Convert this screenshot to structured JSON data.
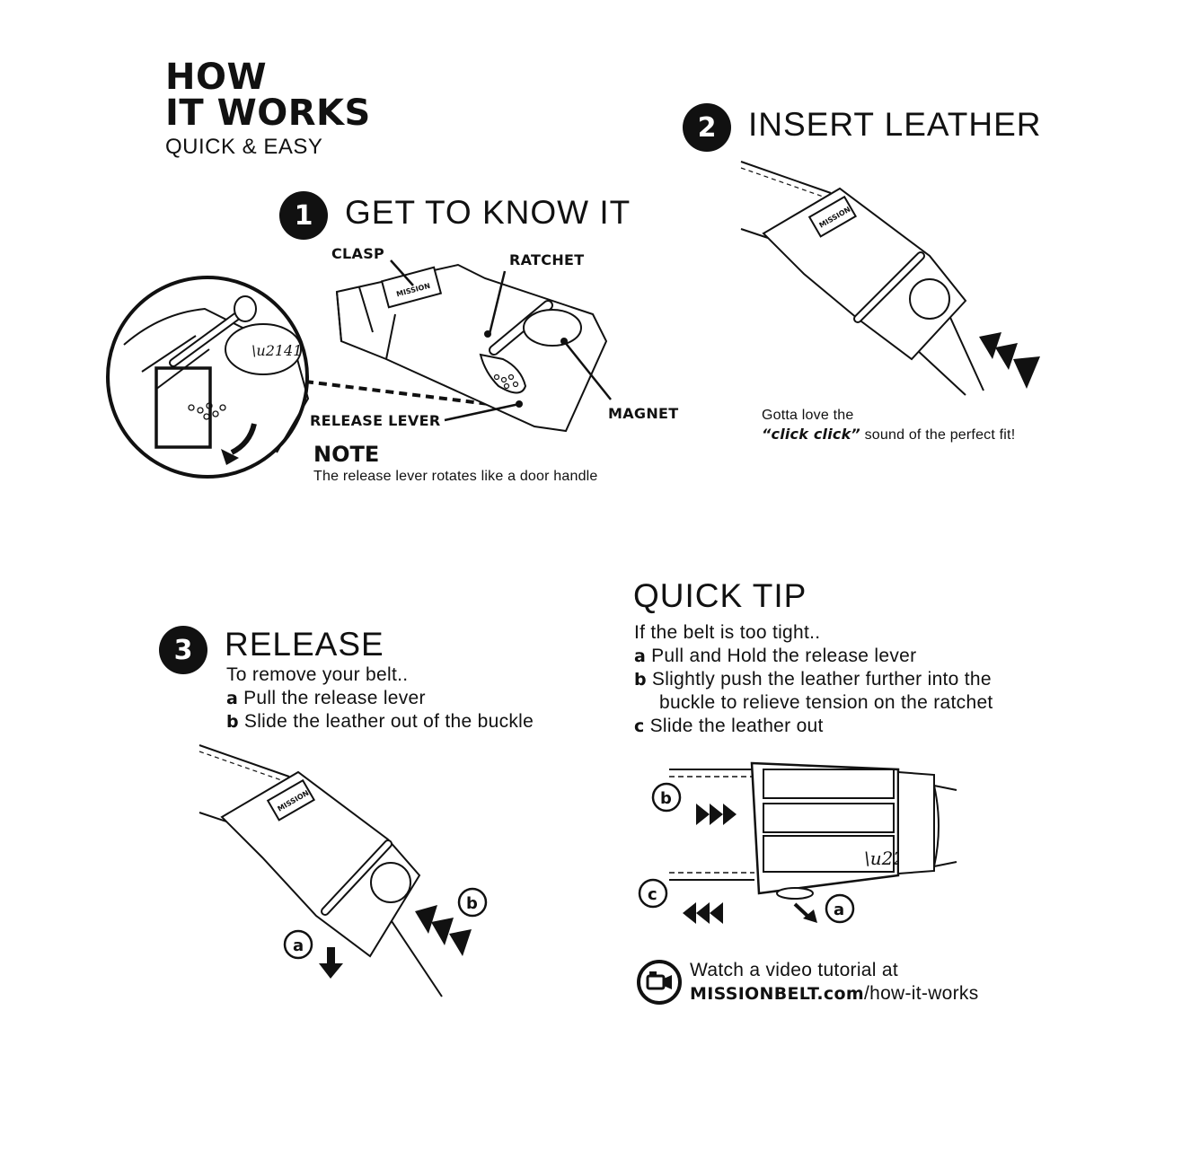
{
  "header": {
    "title_line1": "HOW",
    "title_line2": "IT WORKS",
    "subtitle": "QUICK & EASY"
  },
  "step1": {
    "number": "1",
    "title": "GET TO KNOW IT",
    "labels": {
      "clasp": "CLASP",
      "ratchet": "RATCHET",
      "magnet": "MAGNET",
      "release_lever": "RELEASE LEVER"
    },
    "note_heading": "NOTE",
    "note_text": "The release lever rotates like a door handle"
  },
  "step2": {
    "number": "2",
    "title": "INSERT LEATHER",
    "caption_line1": "Gotta love the",
    "caption_emphasis": "“click click”",
    "caption_rest": " sound of the perfect fit!"
  },
  "step3": {
    "number": "3",
    "title": "RELEASE",
    "intro": "To remove your belt..",
    "items": [
      {
        "letter": "a",
        "text": "Pull the release lever"
      },
      {
        "letter": "b",
        "text": "Slide the leather out of the buckle"
      }
    ],
    "diagram_markers": [
      "a",
      "b"
    ]
  },
  "quick_tip": {
    "title": "QUICK TIP",
    "intro": "If the belt is too tight..",
    "items": [
      {
        "letter": "a",
        "text": "Pull and Hold the release lever"
      },
      {
        "letter": "b",
        "text": "Slightly push the leather further into the",
        "continuation": "buckle to relieve tension on the ratchet"
      },
      {
        "letter": "c",
        "text": "Slide the leather out"
      }
    ],
    "diagram_markers": [
      "a",
      "b",
      "c"
    ]
  },
  "video": {
    "icon": "video-camera-icon",
    "line1": "Watch a video tutorial at",
    "domain": "MISSIONBELT.com",
    "path": "/how-it-works"
  },
  "buckle_brand": "MISSION",
  "colors": {
    "ink": "#111111",
    "background": "#ffffff"
  }
}
